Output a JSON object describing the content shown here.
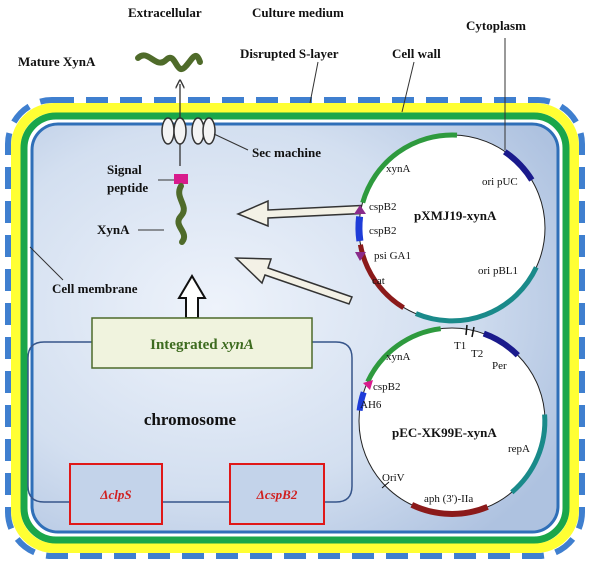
{
  "labels": {
    "extracellular": "Extracellular",
    "culture_medium": "Culture medium",
    "cytoplasm": "Cytoplasm",
    "mature_xyna": "Mature XynA",
    "disrupted_s_layer": "Disrupted S-layer",
    "cell_wall": "Cell wall",
    "sec_machine": "Sec machine",
    "signal": "Signal",
    "peptide": "peptide",
    "xyna": "XynA",
    "cell_membrane": "Cell membrane",
    "integrated": "Integrated ",
    "integrated_gene": "xynA",
    "chromosome": "chromosome",
    "delta_clps": "ΔclpS",
    "delta_cspb2": "ΔcspB2"
  },
  "plasmid1": {
    "name": "pXMJ19-xynA",
    "genes": {
      "xyna": "xynA",
      "ori_puc": "ori pUC",
      "cspb2_a": "cspB2",
      "cspb2_b": "cspB2",
      "psi_ga1": "psi GA1",
      "cat": "cat",
      "ori_pbl1": "ori pBL1"
    }
  },
  "plasmid2": {
    "name": "pEC-XK99E-xynA",
    "genes": {
      "t1": "T1",
      "t2": "T2",
      "per": "Per",
      "xyna": "xynA",
      "cspb2": "cspB2",
      "ah6": "AH6",
      "repa": "repA",
      "oriv": "OriV",
      "aph": "aph (3')-IIa"
    }
  },
  "colors": {
    "cell_wall_outer_dashed": "#3f7fcf",
    "cell_wall_yellow": "#ffff33",
    "cell_wall_green": "#1aa64a",
    "membrane_blue": "#2f6fb8",
    "cytoplasm_fill": "#c3d3ea",
    "integrated_box_fill": "#f0f3de",
    "integrated_text": "#3d6b1f",
    "deletion_border": "#e01818",
    "deletion_text": "#d02020",
    "protein_green": "#4f6b2a",
    "signal_peptide": "#d81b8c",
    "gene_green": "#2e9a3e",
    "gene_navy": "#1a1a8c",
    "gene_blue": "#1e3cd8",
    "gene_purple": "#8a2b8a",
    "gene_darkred": "#8b1a1a",
    "gene_teal": "#1a8a8a"
  }
}
